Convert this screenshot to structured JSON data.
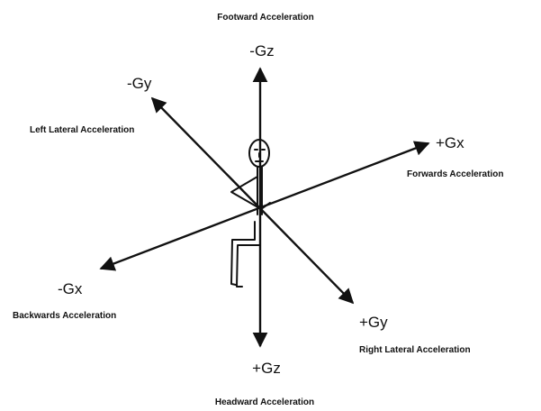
{
  "axes": {
    "z_negative": {
      "symbol": "-Gz",
      "description": "Footward Acceleration"
    },
    "z_positive": {
      "symbol": "+Gz",
      "description": "Headward Acceleration"
    },
    "x_positive": {
      "symbol": "+Gx",
      "description": "Forwards Acceleration"
    },
    "x_negative": {
      "symbol": "-Gx",
      "description": "Backwards Acceleration"
    },
    "y_negative": {
      "symbol": "-Gy",
      "description": "Left Lateral Acceleration"
    },
    "y_positive": {
      "symbol": "+Gy",
      "description": "Right Lateral Acceleration"
    }
  },
  "colors": {
    "ink": "#111111",
    "background": "#ffffff"
  }
}
